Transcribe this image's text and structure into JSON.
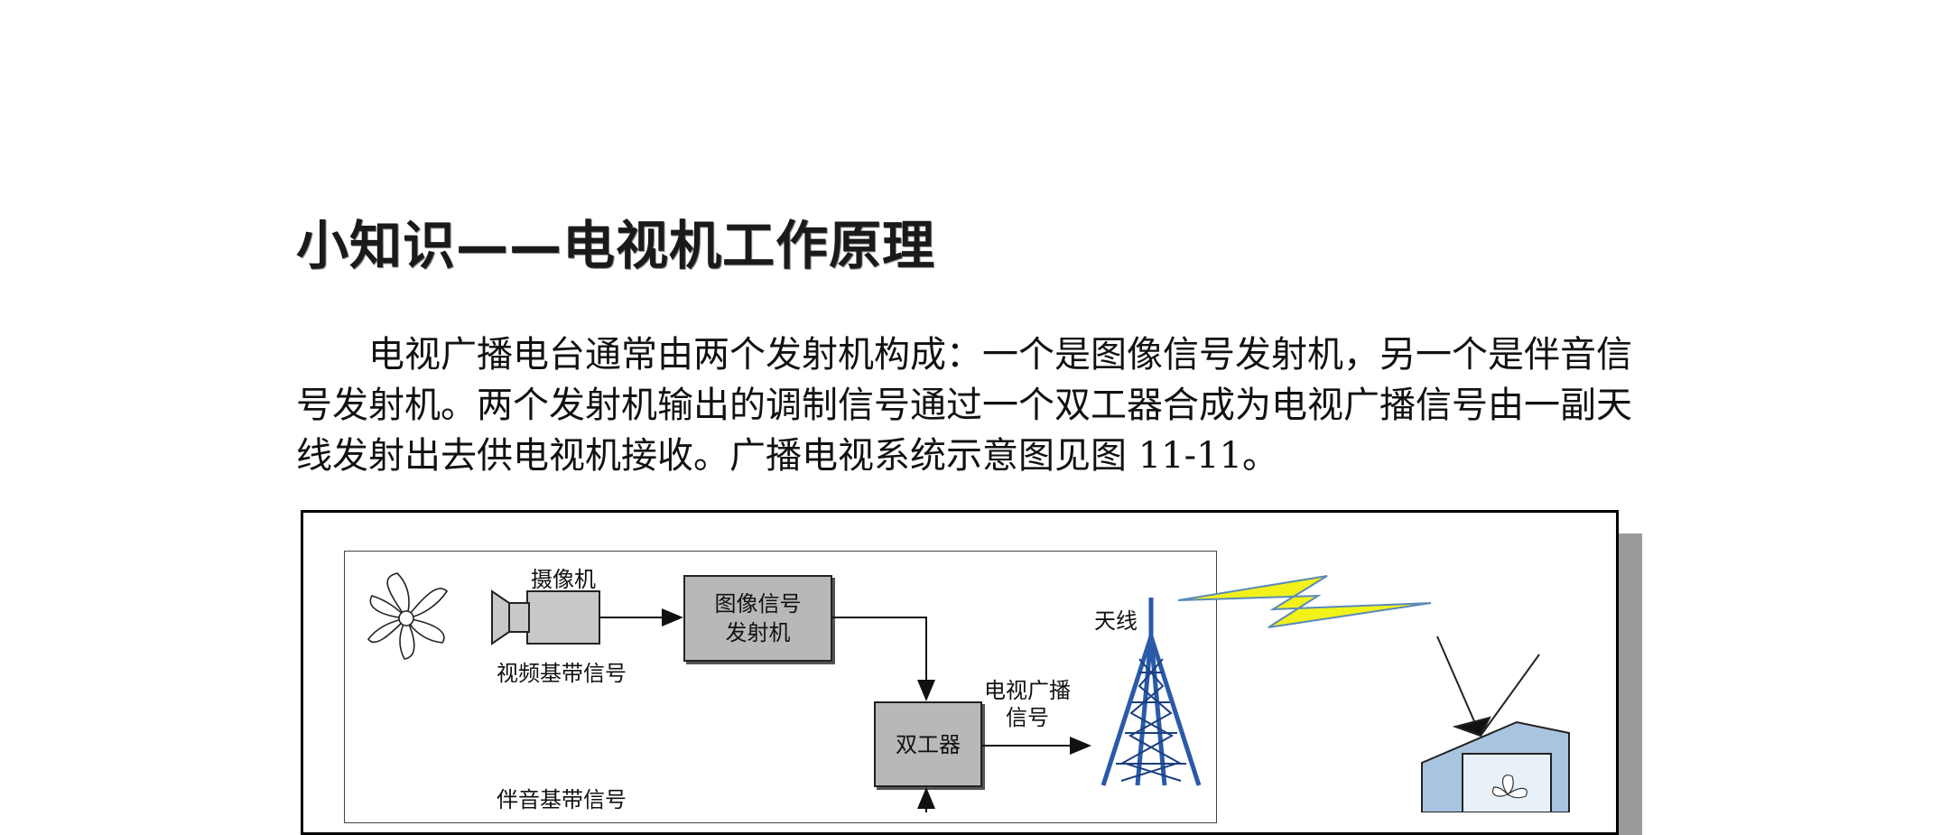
{
  "title": "小知识——电视机工作原理",
  "paragraph": "电视广播电台通常由两个发射机构成：一个是图像信号发射机，另一个是伴音信号发射机。两个发射机输出的调制信号通过一个双工器合成为电视广播信号由一副天线发射出去供电视机接收。广播电视系统示意图见图 11-11。",
  "diagram": {
    "camera_label": "摄像机",
    "video_baseband_label": "视频基带信号",
    "image_tx_line1": "图像信号",
    "image_tx_line2": "发射机",
    "duplexer_label": "双工器",
    "broadcast_line1": "电视广播",
    "broadcast_line2": "信号",
    "antenna_label": "天线",
    "audio_baseband_label": "伴音基带信号",
    "icons": [
      "flower-icon",
      "video-camera-icon",
      "antenna-tower-icon",
      "lightning-signal-icon",
      "tv-set-icon"
    ]
  }
}
